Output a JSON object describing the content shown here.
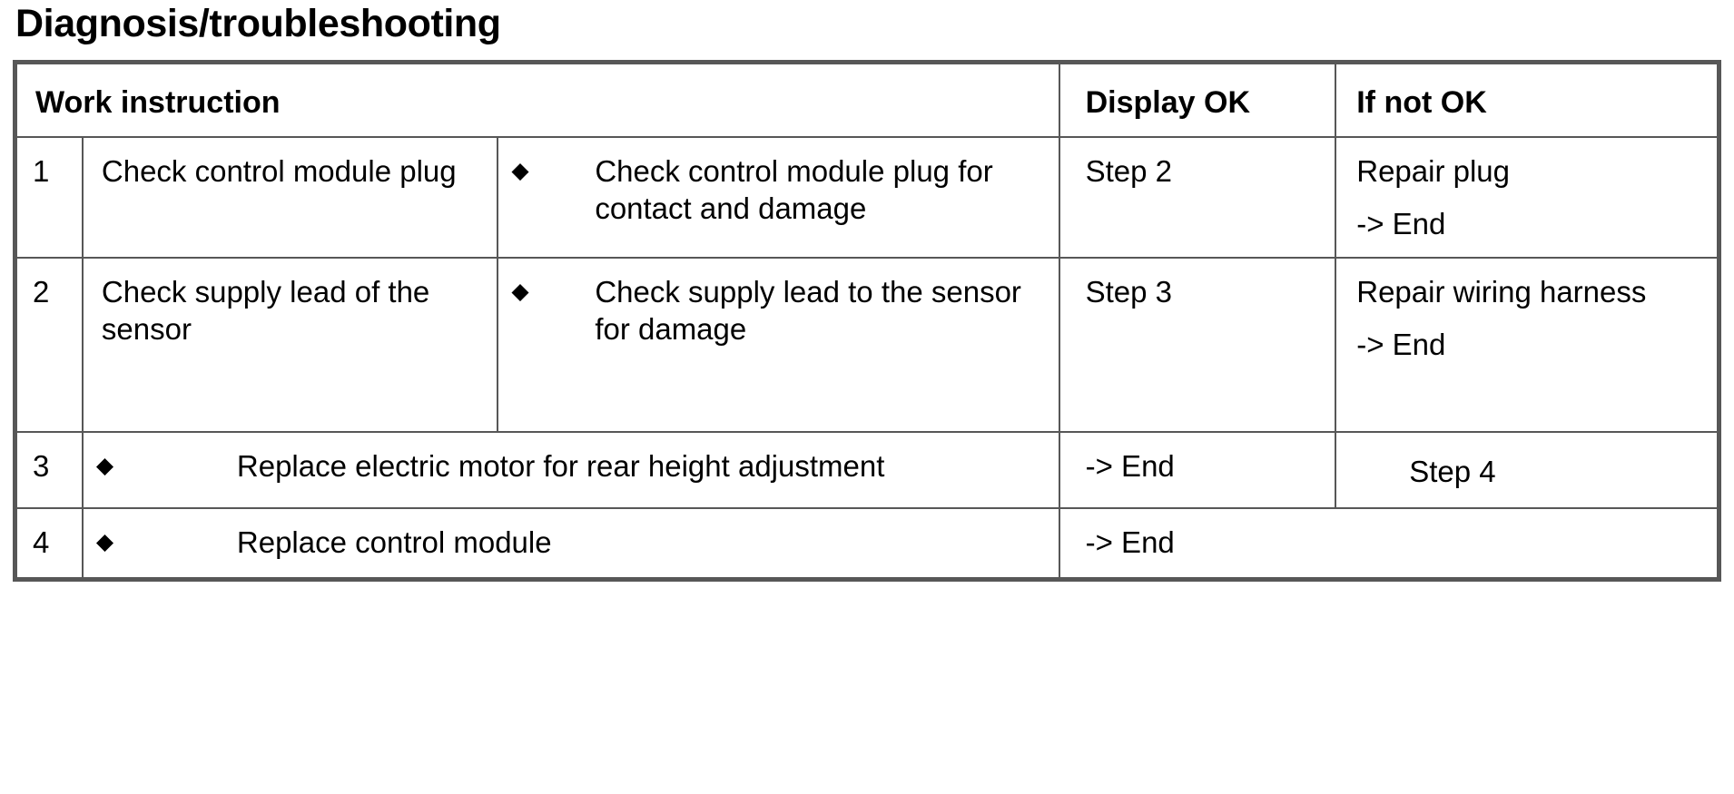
{
  "page_title": "Diagnosis/troubleshooting",
  "table": {
    "headers": {
      "work_instruction": "Work instruction",
      "display_ok": "Display OK",
      "if_not_ok": "If not OK"
    },
    "bullet_glyph": "◆",
    "rows": [
      {
        "number": "1",
        "task": "Check control module plug",
        "detail": "Check control module plug for contact and damage",
        "display_ok": "Step 2",
        "if_not_ok_line1": "Repair plug",
        "if_not_ok_line2": "-> End"
      },
      {
        "number": "2",
        "task": "Check supply lead of the sensor",
        "detail": "Check supply lead to the sensor for damage",
        "display_ok": "Step 3",
        "if_not_ok_line1": "Repair wiring harness",
        "if_not_ok_line2": "-> End"
      },
      {
        "number": "3",
        "detail": "Replace electric motor for rear height adjustment",
        "display_ok": "-> End",
        "if_not_ok_line1": "Step 4"
      },
      {
        "number": "4",
        "detail": "Replace control module",
        "display_ok": "-> End"
      }
    ]
  },
  "colors": {
    "border": "#575757",
    "text": "#000000",
    "background": "#ffffff"
  }
}
